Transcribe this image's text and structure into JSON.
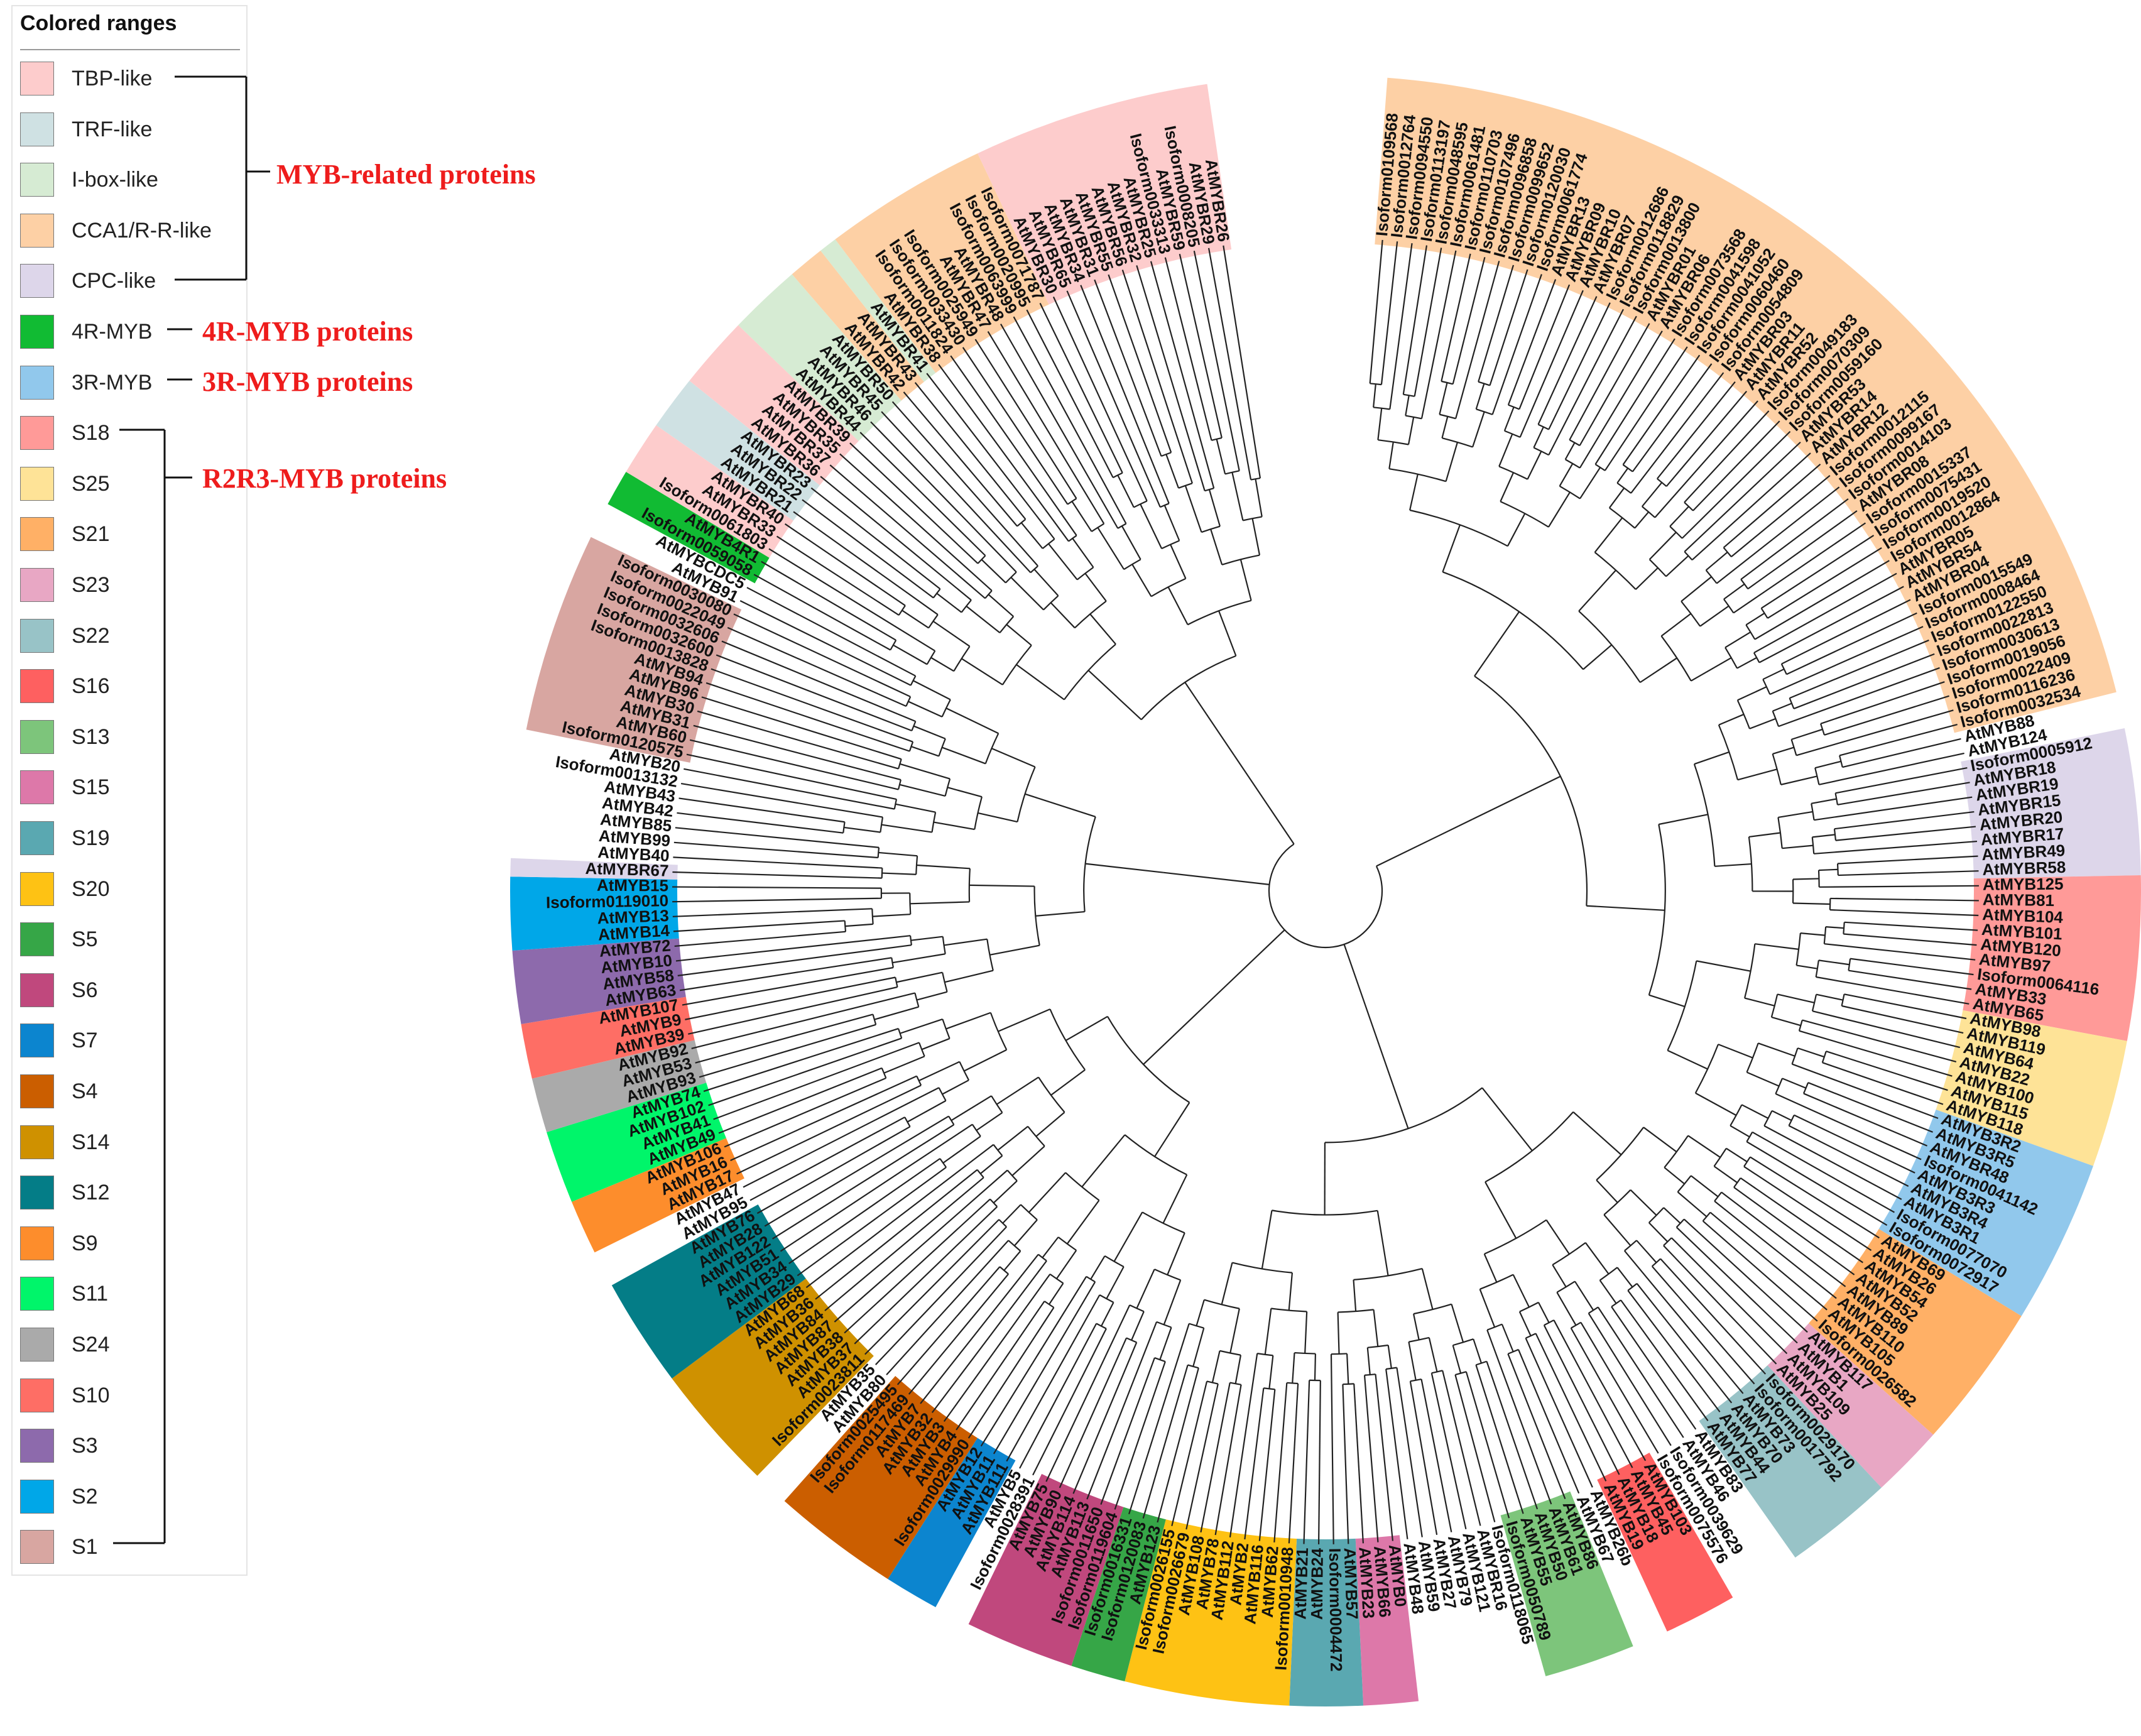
{
  "legend": {
    "title": "Colored ranges",
    "items": [
      {
        "label": "TBP-like",
        "color": "#fdcccc"
      },
      {
        "label": "TRF-like",
        "color": "#cfe1e3"
      },
      {
        "label": "I-box-like",
        "color": "#d6ebd3"
      },
      {
        "label": "CCA1/R-R-like",
        "color": "#fdd0a5"
      },
      {
        "label": "CPC-like",
        "color": "#ddd6ea"
      },
      {
        "label": "4R-MYB",
        "color": "#11bb33"
      },
      {
        "label": "3R-MYB",
        "color": "#91c8ec"
      },
      {
        "label": "S18",
        "color": "#ff9a98"
      },
      {
        "label": "S25",
        "color": "#fee397"
      },
      {
        "label": "S21",
        "color": "#ffb066"
      },
      {
        "label": "S23",
        "color": "#e8a7c4"
      },
      {
        "label": "S22",
        "color": "#98c3c7"
      },
      {
        "label": "S16",
        "color": "#fe6060"
      },
      {
        "label": "S13",
        "color": "#7dc57b"
      },
      {
        "label": "S15",
        "color": "#dd78a9"
      },
      {
        "label": "S19",
        "color": "#5aa8b1"
      },
      {
        "label": "S20",
        "color": "#fec214"
      },
      {
        "label": "S5",
        "color": "#36a647"
      },
      {
        "label": "S6",
        "color": "#c0487d"
      },
      {
        "label": "S7",
        "color": "#0c85cf"
      },
      {
        "label": "S4",
        "color": "#cb5e00"
      },
      {
        "label": "S14",
        "color": "#cf9100"
      },
      {
        "label": "S12",
        "color": "#047d87"
      },
      {
        "label": "S9",
        "color": "#fd8d2c"
      },
      {
        "label": "S11",
        "color": "#00f56a"
      },
      {
        "label": "S24",
        "color": "#aaaaaa"
      },
      {
        "label": "S10",
        "color": "#fe6e65"
      },
      {
        "label": "S3",
        "color": "#8d6aac"
      },
      {
        "label": "S2",
        "color": "#00a7e8"
      },
      {
        "label": "S1",
        "color": "#d8a6a1"
      }
    ]
  },
  "groups": {
    "myb_related": "MYB-related proteins",
    "r4": "4R-MYB proteins",
    "r3": "3R-MYB proteins",
    "r2r3": "R2R3-MYB proteins"
  },
  "tree": {
    "sectors": [
      {
        "group": "CCA1/R-R-like",
        "color": "#fdd0a5",
        "leaves": [
          "Isoform0109568",
          "Isoform0012764",
          "Isoform0094550",
          "Isoform0113197",
          "Isoform0048595",
          "Isoform0061481",
          "Isoform0110703",
          "Isoform0107496",
          "Isoform0096858",
          "Isoform0099652",
          "Isoform0120030",
          "Isoform0061774",
          "AtMYBR13",
          "AtMYBR09",
          "AtMYBR10",
          "AtMYBR07",
          "Isoform0012686",
          "Isoform0118829",
          "Isoform0013800",
          "AtMYBR01",
          "AtMYBR06",
          "Isoform0073568",
          "Isoform0041598",
          "Isoform0041052",
          "Isoform0060460",
          "Isoform0054809",
          "AtMYBR03",
          "AtMYBR11",
          "AtMYBR52",
          "Isoform0049183",
          "Isoform0070309",
          "Isoform0059160",
          "AtMYBR53",
          "AtMYBR14",
          "AtMYBR12",
          "Isoform0012115",
          "Isoform0099167",
          "Isoform0014103",
          "AtMYBR08",
          "Isoform0015337",
          "Isoform0075431",
          "Isoform0019520",
          "Isoform0012864",
          "AtMYBR05",
          "AtMYBR54",
          "AtMYBR04",
          "Isoform0015549",
          "Isoform0008464",
          "Isoform0122550",
          "Isoform0022813",
          "Isoform0030613",
          "Isoform0019056",
          "Isoform0022409",
          "Isoform0116236",
          "Isoform0032534"
        ]
      },
      {
        "group": "unassigned",
        "color": "none",
        "leaves": [
          "AtMYB88",
          "AtMYB124"
        ]
      },
      {
        "group": "CPC-like",
        "color": "#ddd6ea",
        "leaves": [
          "Isoform0005912",
          "AtMYBR18",
          "AtMYBR19",
          "AtMYBR15",
          "AtMYBR20",
          "AtMYBR17",
          "AtMYBR49",
          "AtMYBR58"
        ]
      },
      {
        "group": "S18",
        "color": "#ff9a98",
        "leaves": [
          "AtMYB125",
          "AtMYB81",
          "AtMYB104",
          "AtMYB101",
          "AtMYB120",
          "AtMYB97",
          "Isoform0064116",
          "AtMYB33",
          "AtMYB65"
        ]
      },
      {
        "group": "S25",
        "color": "#fee397",
        "leaves": [
          "AtMYB98",
          "AtMYB119",
          "AtMYB64",
          "AtMYB22",
          "AtMYB100",
          "AtMYB115",
          "AtMYB118"
        ]
      },
      {
        "group": "3R-MYB",
        "color": "#91c8ec",
        "leaves": [
          "AtMYB3R2",
          "AtMYB3R5",
          "AtMYBR48",
          "Isoform0041142",
          "AtMYB3R3",
          "AtMYB3R4",
          "AtMYB3R1",
          "Isoform0077070",
          "Isoform0072917"
        ]
      },
      {
        "group": "S21",
        "color": "#ffb066",
        "leaves": [
          "AtMYB69",
          "AtMYB26",
          "AtMYB54",
          "AtMYB52",
          "AtMYB89",
          "AtMYB110",
          "AtMYB105",
          "Isoform0026582"
        ]
      },
      {
        "group": "S23",
        "color": "#e8a7c4",
        "leaves": [
          "AtMYB117",
          "AtMYB1",
          "AtMYB109",
          "AtMYB25"
        ]
      },
      {
        "group": "S22",
        "color": "#98c3c7",
        "leaves": [
          "Isoform0029170",
          "Isoform0017792",
          "AtMYB73",
          "AtMYB70",
          "AtMYB44",
          "AtMYB77"
        ]
      },
      {
        "group": "unassigned",
        "color": "none",
        "leaves": [
          "AtMYB83",
          "AtMYB46",
          "Isoform0039629",
          "Isoform0075576"
        ]
      },
      {
        "group": "S16",
        "color": "#fe6060",
        "leaves": [
          "AtMYB103",
          "AtMYB45",
          "AtMYB18",
          "AtMYB19"
        ]
      },
      {
        "group": "unassigned",
        "color": "none",
        "leaves": [
          "AtMYB26b",
          "AtMYB67"
        ]
      },
      {
        "group": "S13",
        "color": "#7dc57b",
        "leaves": [
          "AtMYB86",
          "AtMYB61",
          "AtMYB50",
          "AtMYB55",
          "Isoform0050789"
        ]
      },
      {
        "group": "unassigned",
        "color": "none",
        "leaves": [
          "Isoform0118065",
          "AtMYBR16",
          "AtMYB121",
          "AtMYB79",
          "AtMYB27",
          "AtMYB59",
          "AtMYB48"
        ]
      },
      {
        "group": "S15",
        "color": "#dd78a9",
        "leaves": [
          "AtMYB0",
          "AtMYB66",
          "AtMYB23"
        ]
      },
      {
        "group": "S19",
        "color": "#5aa8b1",
        "leaves": [
          "AtMYB57",
          "Isoform0004472",
          "AtMYB24",
          "AtMYB21"
        ]
      },
      {
        "group": "S20",
        "color": "#fec214",
        "leaves": [
          "Isoform0010948",
          "AtMYB62",
          "AtMYB116",
          "AtMYB2",
          "AtMYB112",
          "AtMYB78",
          "AtMYB108",
          "Isoform0026679",
          "Isoform0026155"
        ]
      },
      {
        "group": "S5",
        "color": "#36a647",
        "leaves": [
          "AtMYB123",
          "Isoform0120083",
          "Isoform0016331"
        ]
      },
      {
        "group": "S6",
        "color": "#c0487d",
        "leaves": [
          "Isoform0119604",
          "Isoform0011650",
          "AtMYB113",
          "AtMYB114",
          "AtMYB90",
          "AtMYB75"
        ]
      },
      {
        "group": "unassigned",
        "color": "none",
        "leaves": [
          "Isoform0028391",
          "AtMYB5"
        ]
      },
      {
        "group": "S7",
        "color": "#0c85cf",
        "leaves": [
          "AtMYB111",
          "AtMYB11",
          "AtMYB12"
        ]
      },
      {
        "group": "S4",
        "color": "#cb5e00",
        "leaves": [
          "Isoform0029990",
          "AtMYB4",
          "AtMYB3",
          "AtMYB32",
          "AtMYB7",
          "Isoform0117469",
          "Isoform0025495"
        ]
      },
      {
        "group": "unassigned",
        "color": "none",
        "leaves": [
          "AtMYB80",
          "AtMYB35"
        ]
      },
      {
        "group": "S14",
        "color": "#cf9100",
        "leaves": [
          "Isoform0023811",
          "AtMYB37",
          "AtMYB38",
          "AtMYB87",
          "AtMYB84",
          "AtMYB36",
          "AtMYB68"
        ]
      },
      {
        "group": "S12",
        "color": "#047d87",
        "leaves": [
          "AtMYB29",
          "AtMYB34",
          "AtMYB51",
          "AtMYB122",
          "AtMYB28",
          "AtMYB76"
        ]
      },
      {
        "group": "unassigned",
        "color": "none",
        "leaves": [
          "AtMYB95",
          "AtMYB47"
        ]
      },
      {
        "group": "S9",
        "color": "#fd8d2c",
        "leaves": [
          "AtMYB17",
          "AtMYB16",
          "AtMYB106"
        ]
      },
      {
        "group": "S11",
        "color": "#00f56a",
        "leaves": [
          "AtMYB49",
          "AtMYB41",
          "AtMYB102",
          "AtMYB74"
        ]
      },
      {
        "group": "S24",
        "color": "#aaaaaa",
        "leaves": [
          "AtMYB93",
          "AtMYB53",
          "AtMYB92"
        ]
      },
      {
        "group": "S10",
        "color": "#fe6e65",
        "leaves": [
          "AtMYB39",
          "AtMYB9",
          "AtMYB107"
        ]
      },
      {
        "group": "S3",
        "color": "#8d6aac",
        "leaves": [
          "AtMYB63",
          "AtMYB58",
          "AtMYB10",
          "AtMYB72"
        ]
      },
      {
        "group": "S2",
        "color": "#00a7e8",
        "leaves": [
          "AtMYB14",
          "AtMYB13",
          "Isoform0119010",
          "AtMYB15"
        ]
      },
      {
        "group": "CPC-like",
        "color": "#ddd6ea",
        "leaves": [
          "AtMYBR67"
        ]
      },
      {
        "group": "unassigned",
        "color": "none",
        "leaves": [
          "AtMYB40",
          "AtMYB99",
          "AtMYB85",
          "AtMYB42",
          "AtMYB43",
          "Isoform0013132",
          "AtMYB20"
        ]
      },
      {
        "group": "S1",
        "color": "#d8a6a1",
        "leaves": [
          "Isoform0120575",
          "AtMYB60",
          "AtMYB31",
          "AtMYB30",
          "AtMYB96",
          "AtMYB94",
          "Isoform0013828",
          "Isoform0032600",
          "Isoform0032606",
          "Isoform0022049",
          "Isoform0030080"
        ]
      },
      {
        "group": "unassigned",
        "color": "none",
        "leaves": [
          "AtMYB91",
          "AtMYBCDC5"
        ]
      },
      {
        "group": "4R-MYB",
        "color": "#11bb33",
        "leaves": [
          "Isoform0059058",
          "AtMYB4R1"
        ]
      },
      {
        "group": "TBP-like",
        "color": "#fdcccc",
        "leaves": [
          "Isoform0061803",
          "AtMYBR33",
          "AtMYBR40"
        ]
      },
      {
        "group": "TRF-like",
        "color": "#cfe1e3",
        "leaves": [
          "AtMYBR21",
          "AtMYBR22",
          "AtMYBR23"
        ]
      },
      {
        "group": "TBP-like",
        "color": "#fdcccc",
        "leaves": [
          "AtMYBR36",
          "AtMYBR37",
          "AtMYBR35",
          "AtMYBR39"
        ]
      },
      {
        "group": "I-box-like",
        "color": "#d6ebd3",
        "leaves": [
          "AtMYBR44",
          "AtMYBR46",
          "AtMYBR45",
          "AtMYBR50"
        ]
      },
      {
        "group": "CCA1/R-R-like",
        "color": "#fdd0a5",
        "leaves": [
          "AtMYBR42",
          "AtMYBR43"
        ]
      },
      {
        "group": "I-box-like",
        "color": "#d6ebd3",
        "leaves": [
          "AtMYBR41"
        ]
      },
      {
        "group": "CCA1/R-R-like",
        "color": "#fdd0a5",
        "leaves": [
          "AtMYBR38",
          "Isoform0011824",
          "Isoform0033430",
          "Isoform0025949",
          "AtMYBR47",
          "AtMYBR48",
          "Isoform0063999",
          "Isoform0020995",
          "Isoform0071787"
        ]
      },
      {
        "group": "TBP-like",
        "color": "#fdcccc",
        "leaves": [
          "AtMYBR30",
          "AtMYBR65",
          "AtMYBR34",
          "AtMYBR31",
          "AtMYBR55",
          "AtMYBR56",
          "AtMYBR32",
          "AtMYBR25",
          "Isoform0033313",
          "AtMYBR59",
          "Isoform0008205",
          "AtMYBR29",
          "AtMYBR26"
        ]
      }
    ]
  }
}
